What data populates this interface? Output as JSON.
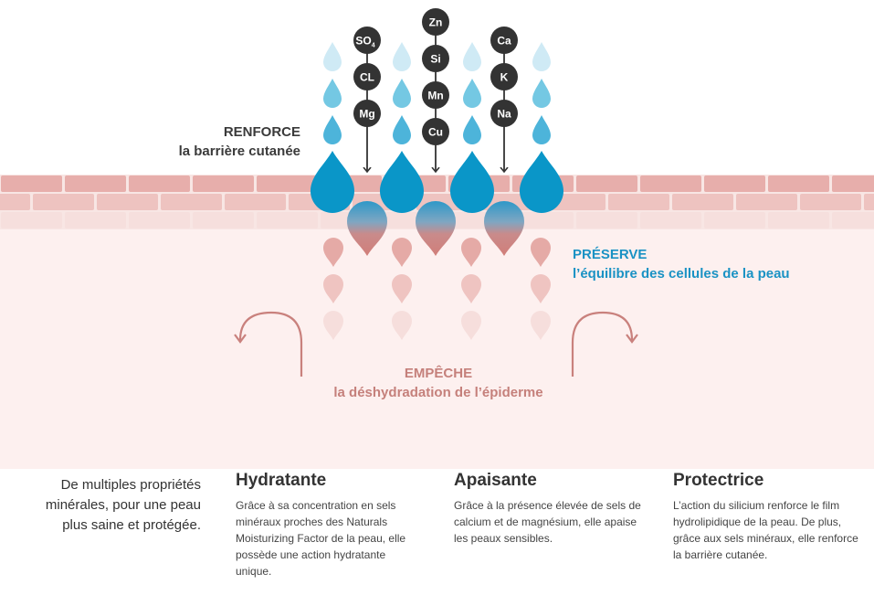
{
  "labels": {
    "renforce_title": "RENFORCE",
    "renforce_sub": "la barrière cutanée",
    "preserve_title": "PRÉSERVE",
    "preserve_sub": "l’équilibre des cellules de la peau",
    "empeche_title": "EMPÊCHE",
    "empeche_sub": "la déshydradation de l’épiderme"
  },
  "mineral_columns": [
    {
      "minerals": [
        "SO4",
        "CL",
        "Mg"
      ]
    },
    {
      "minerals": [
        "Zn",
        "Si",
        "Mn",
        "Cu"
      ]
    },
    {
      "minerals": [
        "Ca",
        "K",
        "Na"
      ]
    }
  ],
  "intro": "De multiples propriétés minérales, pour une peau plus saine et protégée.",
  "properties": [
    {
      "title": "Hydratante",
      "text": "Grâce à sa concentration en sels minéraux proches des Naturals Moisturizing Factor de la peau, elle possède une action hydratante unique."
    },
    {
      "title": "Apaisante",
      "text": "Grâce à la présence élevée de sels de calcium et de magnésium, elle apaise les peaux sensibles."
    },
    {
      "title": "Protectrice",
      "text": "L’action du silicium renforce le film hydrolipidique de la peau. De plus, grâce aux sels minéraux, elle renforce la barrière cutanée."
    }
  ],
  "colors": {
    "water_blue": "#0a96c8",
    "light_blue": "#74c8e3",
    "pale_blue": "#cfeaf5",
    "skin_pink": "#e8b2af",
    "skin_background": "#fdf0ef",
    "mineral_dark": "#333333",
    "loss_pink": "#d98b86"
  }
}
